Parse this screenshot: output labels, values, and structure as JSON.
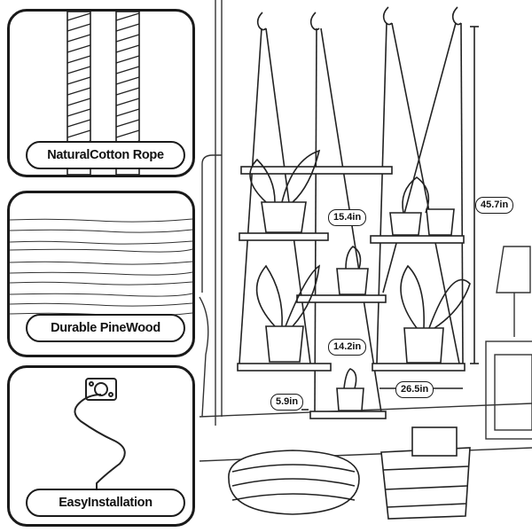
{
  "features": [
    {
      "label": "NaturalCotton Rope",
      "icon": "rope-icon"
    },
    {
      "label": "Durable PineWood",
      "icon": "wood-grain-icon"
    },
    {
      "label": "EasyInstallation",
      "icon": "s-hook-icon"
    }
  ],
  "dimensions": {
    "top_shelf_height": "15.4in",
    "total_height": "45.7in",
    "middle_gap": "14.2in",
    "shelf_depth": "5.9in",
    "total_width": "26.5in"
  }
}
